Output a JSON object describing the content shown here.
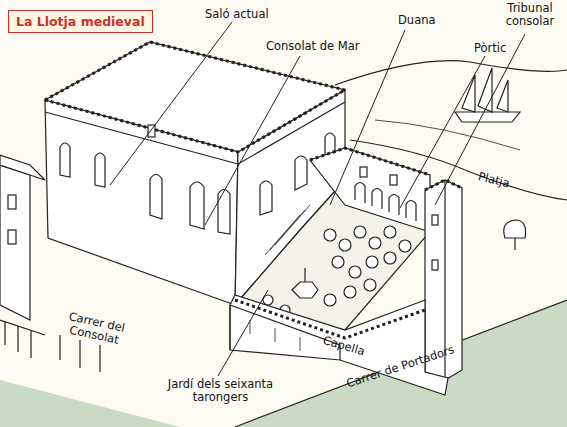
{
  "diagram": {
    "title": "La Llotja medieval",
    "labels": [
      "Saló actual",
      "Consolat de Mar",
      "Duana",
      "Tribunal consolar",
      "Pòrtic",
      "Platja",
      "Carrer del Consolat",
      "Capella",
      "Jardí dels seixanta tarongers",
      "Carrer de Portadors"
    ]
  }
}
